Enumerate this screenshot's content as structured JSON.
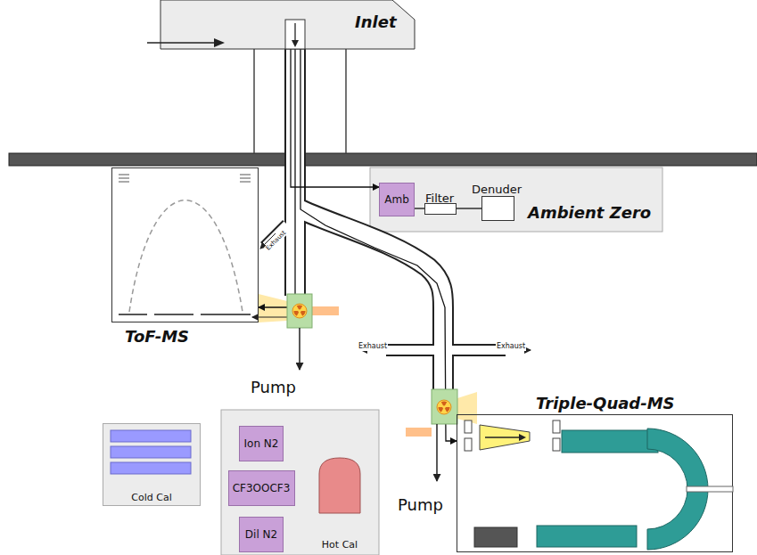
{
  "diagram": {
    "nodes": [
      {
        "text": [
          "Inlet"
        ]
      },
      {
        "text": [
          "Ambient Zero"
        ]
      },
      {
        "text": [
          "Amb"
        ],
        "in": 1
      },
      {
        "text": [
          "Filter"
        ],
        "in": 1
      },
      {
        "text": [
          "Denuder"
        ],
        "in": 1
      },
      {
        "text": [
          "ToF-MS"
        ]
      },
      {
        "text": [
          "Triple-Quad-MS"
        ]
      },
      {
        "text": [
          "Cold Cal"
        ]
      },
      {
        "text": [
          "Ion N2"
        ]
      },
      {
        "text": [
          "CF3OOCF3"
        ]
      },
      {
        "text": [
          "Dil N2"
        ]
      },
      {
        "text": [
          "Hot Cal"
        ]
      }
    ],
    "edges": [
      {
        "from": 0,
        "to": 2,
        "arrow": "to"
      },
      {
        "from": 2,
        "to": 3,
        "arrow": "none"
      },
      {
        "from": 3,
        "to": 4,
        "arrow": "none"
      },
      {
        "from": 0,
        "to": 5,
        "arrow": "to"
      },
      {
        "from": 0,
        "to": 6,
        "arrow": "to"
      }
    ],
    "labels": [
      "Exhaust",
      "Pump",
      "Exhaust",
      "Exhaust",
      "Pump"
    ]
  }
}
